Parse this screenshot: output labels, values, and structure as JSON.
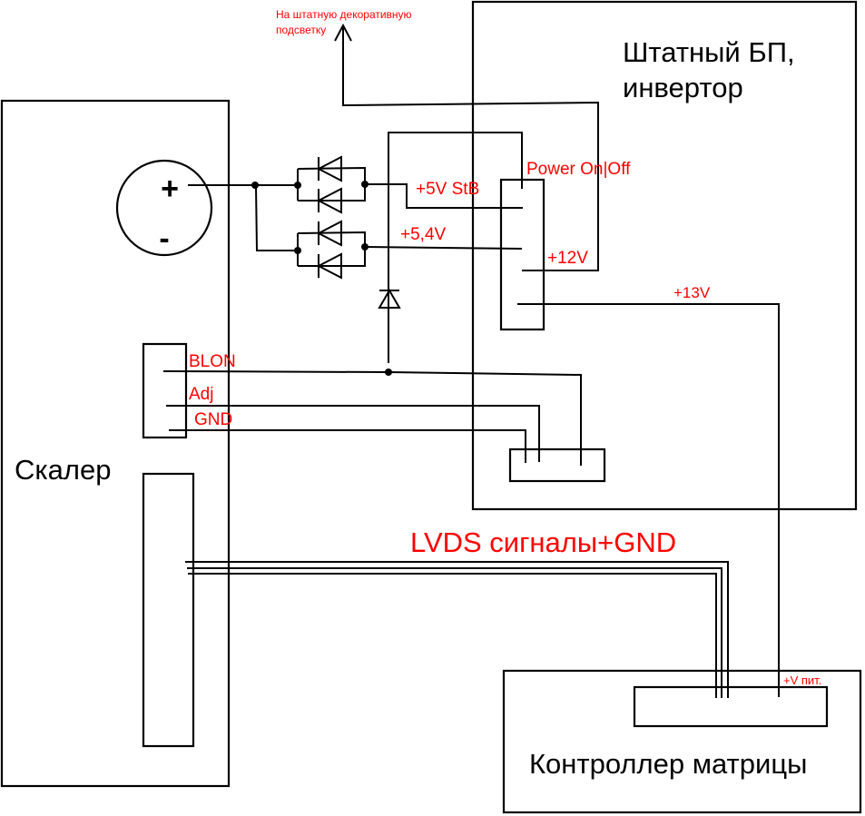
{
  "diagram": {
    "blocks": {
      "scaler": {
        "label": "Скалер"
      },
      "psu": {
        "label_line1": "Штатный БП,",
        "label_line2": "инвертор"
      },
      "matrix_controller": {
        "label": "Контроллер матрицы"
      }
    },
    "power_socket": {
      "plus": "+",
      "minus": "-"
    },
    "labels": {
      "decor_backlight_line1": "На штатную декоративную",
      "decor_backlight_line2": "подсветку",
      "power_on_off": "Power On|Off",
      "v5_stb": "+5V StB",
      "v5_4": "+5,4V",
      "v12": "+12V",
      "v13": "+13V",
      "blon": "BLON",
      "adj": "Adj",
      "gnd": "GND",
      "lvds": "LVDS сигналы+GND",
      "v_supply": "+V пит."
    },
    "colors": {
      "wire": "#000000",
      "annotation": "#ff0000"
    }
  }
}
